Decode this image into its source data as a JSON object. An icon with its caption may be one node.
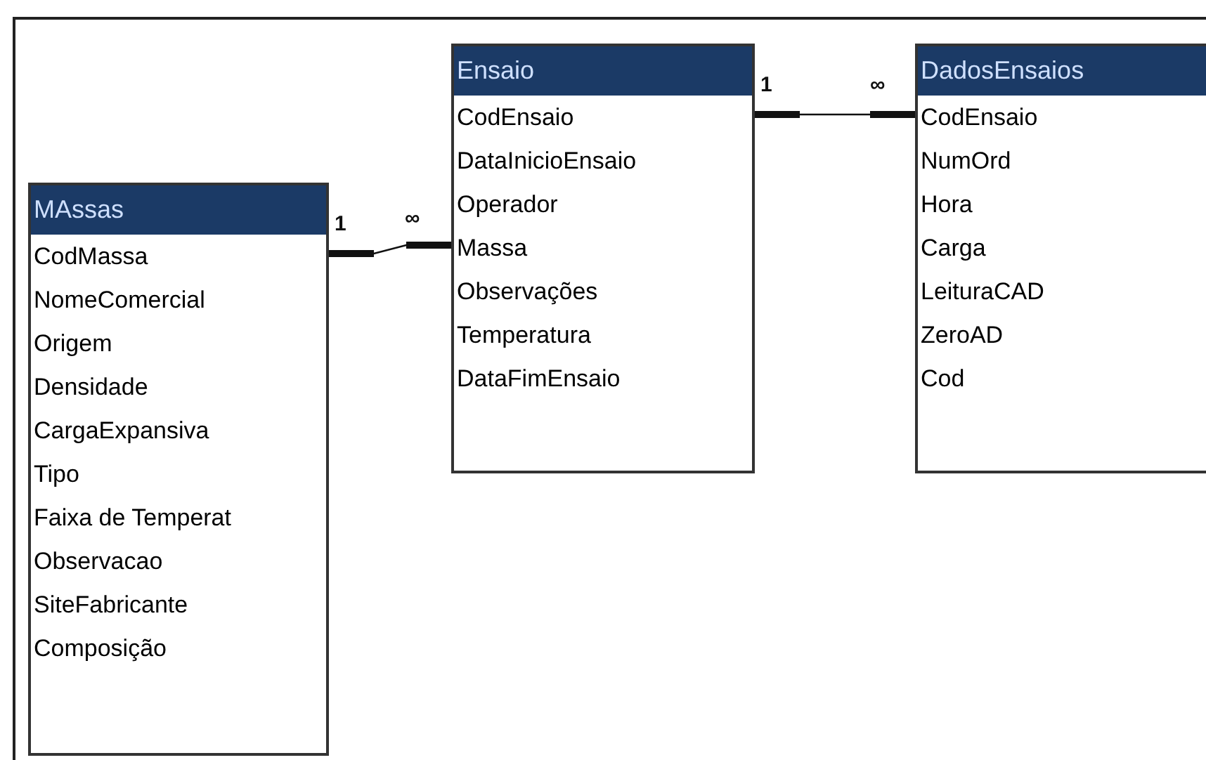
{
  "diagram": {
    "nodes": [
      {
        "text": [
          "MAssas",
          "CodMassa",
          "NomeComercial",
          "Origem",
          "Densidade",
          "CargaExpansiva",
          "Tipo",
          "Faixa de Temperat",
          "Observacao",
          "SiteFabricante",
          "Composição"
        ]
      },
      {
        "text": [
          "Ensaio",
          "CodEnsaio",
          "DataInicioEnsaio",
          "Operador",
          "Massa",
          "Observações",
          "Temperatura",
          "DataFimEnsaio"
        ]
      },
      {
        "text": [
          "DadosEnsaios",
          "CodEnsaio",
          "NumOrd",
          "Hora",
          "Carga",
          "LeituraCAD",
          "ZeroAD",
          "Cod"
        ]
      }
    ],
    "edges": [
      {
        "from": 0,
        "to": 1,
        "arrow": "other"
      },
      {
        "from": 1,
        "to": 2,
        "arrow": "other"
      }
    ],
    "labels": [
      "1",
      "∞",
      "1",
      "∞"
    ]
  }
}
